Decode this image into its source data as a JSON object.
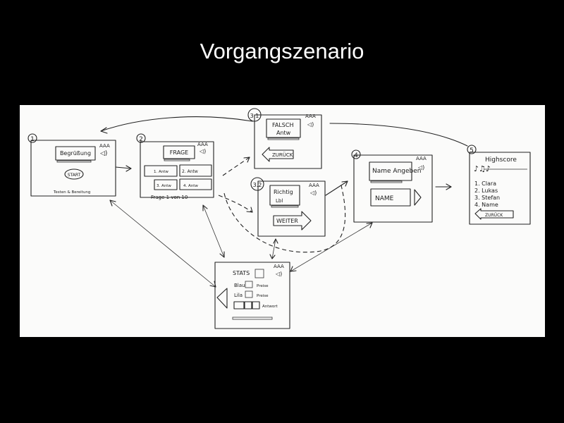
{
  "slide": {
    "title": "Vorgangszenario"
  },
  "screens": {
    "s1": {
      "number": "1",
      "button": "Begrüßung",
      "start": "START",
      "footer": "Testen & Bereitung"
    },
    "s2": {
      "number": "2",
      "header": "FRAGE",
      "a1": "1. Antw",
      "a2": "2. Antw",
      "a3": "3. Antw",
      "a4": "4. Antw",
      "footer": "Frage 1 von 10"
    },
    "s31": {
      "number": "3.1",
      "line1": "FALSCH",
      "line2": "Antw",
      "back": "ZURÜCK"
    },
    "s32": {
      "number": "3.2",
      "line1": "Richtig",
      "line2": "Lbl",
      "next": "WEITER"
    },
    "s4": {
      "number": "4",
      "header": "Name Angeben",
      "input": "NAME"
    },
    "s5": {
      "number": "5",
      "title": "Highscore",
      "items": [
        "1. Clara",
        "2. Lukas",
        "3. Stefan",
        "4. Name"
      ],
      "back": "ZURÜCK"
    },
    "s6": {
      "stats": "STATS",
      "r1": "Blau",
      "r2": "Lila",
      "m1": "Preise",
      "m2": "Preise",
      "r3": "Antwort"
    }
  },
  "icon_names": [
    "speaker-icon",
    "font-size-icon",
    "arrow-right-icon",
    "arrow-left-icon",
    "music-notes-icon"
  ]
}
